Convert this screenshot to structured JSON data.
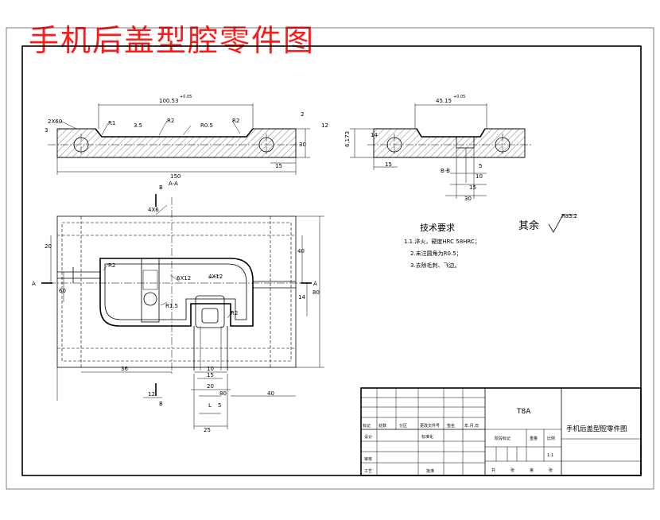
{
  "title": "手机后盖型腔零件图",
  "views": {
    "main_section": {
      "label": "A-A",
      "dims": [
        "100.53",
        "+0.05",
        "2X60",
        "R1",
        "R2",
        "R2",
        "R0.5",
        "3",
        "2",
        "3.5",
        "30",
        "15",
        "150"
      ]
    },
    "side_section": {
      "label": "B-B",
      "dims": [
        "45.15",
        "+0.05",
        "6.173",
        "15",
        "5",
        "10",
        "15",
        "30",
        "12",
        "14"
      ]
    },
    "plan": {
      "dims": [
        "B",
        "B",
        "A",
        "A",
        "4X6",
        "20",
        "60",
        "R2",
        "6X12",
        "4X12",
        "R1.5",
        "R2",
        "14",
        "40",
        "80",
        "36",
        "10",
        "15",
        "20",
        "12",
        "80",
        "40",
        "5",
        "L",
        "25"
      ]
    }
  },
  "tech_requirements": {
    "heading": "技术要求",
    "items": [
      "1.1.淬火，硬度HRC 58HRC；",
      "2.未注圆角为R0.5；",
      "3.去除毛刺、飞边。"
    ]
  },
  "surface_finish": {
    "label": "其余",
    "value": "Ra3.2"
  },
  "title_block": {
    "material": "T8A",
    "drawing_name": "手机后盖型腔零件图",
    "row_headers": [
      "标记",
      "处数",
      "分区",
      "更改文件号",
      "签名",
      "年.月.日"
    ],
    "design_label": "设计",
    "standard_label": "标准化",
    "review_label": "审核",
    "process_label": "工艺",
    "approve_label": "批准",
    "stage_label": "阶段标记",
    "weight_label": "重量",
    "scale_label": "比例",
    "scale_value": "1:1",
    "sheet_total": "共",
    "sheet_unit_a": "张",
    "sheet_label": "第",
    "sheet_unit_b": "张"
  },
  "colors": {
    "title_red": "#ff1a1a",
    "line": "#000000"
  }
}
